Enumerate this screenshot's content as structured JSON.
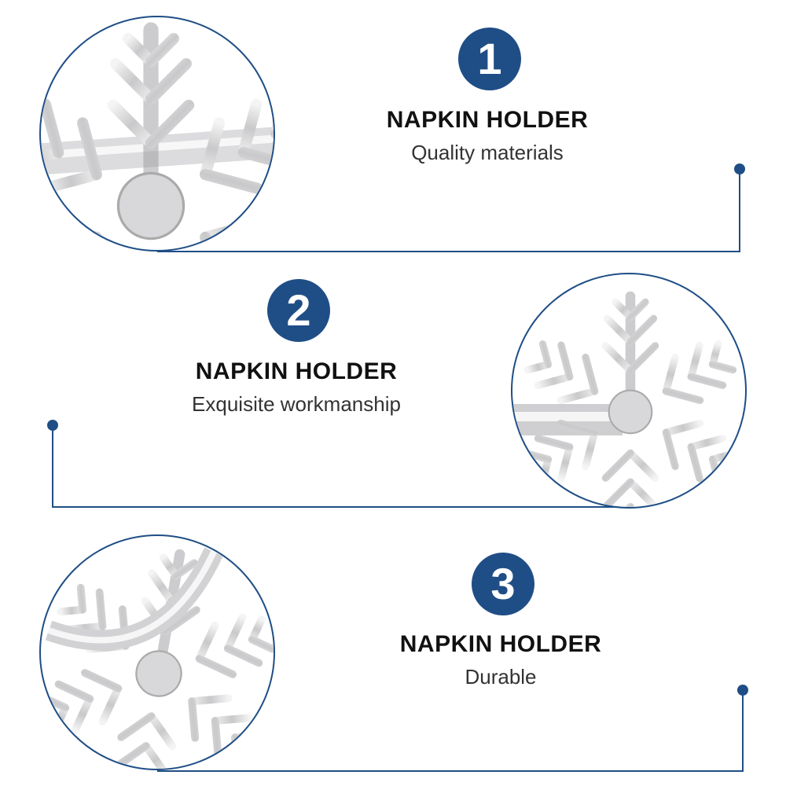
{
  "accent_color": "#1f4e86",
  "features": [
    {
      "number": "1",
      "title": "NAPKIN HOLDER",
      "subtitle": "Quality materials",
      "image_icon": "snowflake-napkin-ring-closeup"
    },
    {
      "number": "2",
      "title": "NAPKIN HOLDER",
      "subtitle": "Exquisite workmanship",
      "image_icon": "snowflake-napkin-ring-front"
    },
    {
      "number": "3",
      "title": "NAPKIN HOLDER",
      "subtitle": "Durable",
      "image_icon": "snowflake-napkin-ring-side"
    }
  ]
}
